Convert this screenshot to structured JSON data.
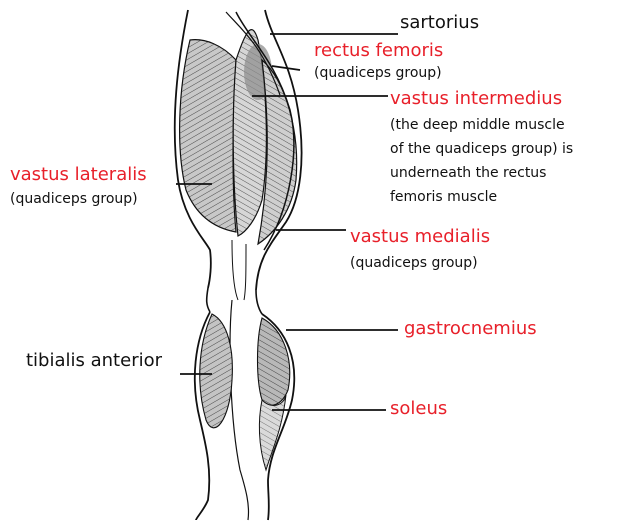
{
  "colors": {
    "highlight": "#e8202a",
    "text": "#111111",
    "muscle_shade": "#bdbdbd"
  },
  "labels": {
    "sartorius": "sartorius",
    "rectus_femoris": "rectus femoris",
    "rectus_femoris_group": "(quadiceps group)",
    "vastus_intermedius": "vastus intermedius",
    "vastus_intermedius_note": [
      "(the deep middle muscle",
      "of the quadiceps group) is",
      "underneath the rectus",
      "femoris muscle"
    ],
    "vastus_lateralis": "vastus lateralis",
    "vastus_lateralis_group": "(quadiceps group)",
    "vastus_medialis": "vastus medialis",
    "vastus_medialis_group": "(quadiceps group)",
    "gastrocnemius": "gastrocnemius",
    "tibialis_anterior": "tibialis anterior",
    "soleus": "soleus"
  }
}
